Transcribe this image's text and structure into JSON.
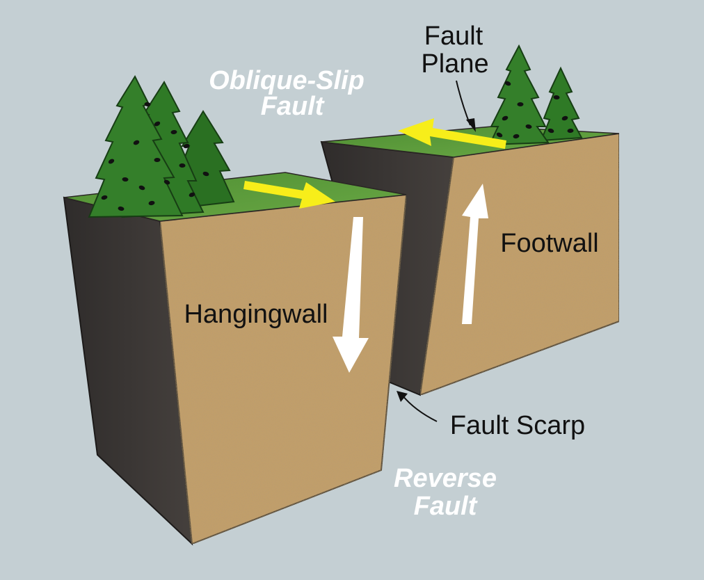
{
  "colors": {
    "background": "#c4cfd3",
    "soil": "#c29e67",
    "block_side": "#3a3634",
    "grass": "#5a9a3a",
    "tree": "#2f7a26",
    "yellow_arrow": "#f7ee1a",
    "white_arrow": "#ffffff"
  },
  "labels": {
    "oblique_line1": "Oblique-Slip",
    "oblique_line2": "Fault",
    "fault_plane_line1": "Fault",
    "fault_plane_line2": "Plane",
    "footwall": "Footwall",
    "hangingwall": "Hangingwall",
    "fault_scarp": "Fault Scarp",
    "reverse_line1": "Reverse",
    "reverse_line2": "Fault"
  },
  "icons": {
    "tree": "conifer-tree-icon",
    "slip_arrow": "yellow-arrow-icon",
    "motion_arrow": "white-arrow-icon"
  }
}
